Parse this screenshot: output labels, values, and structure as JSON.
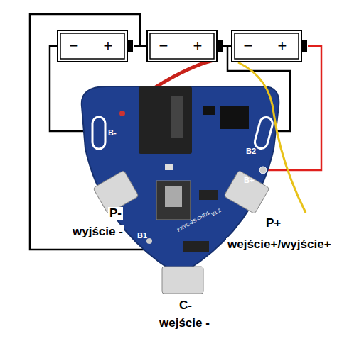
{
  "diagram": {
    "nodes": [
      {
        "text": [
          "−",
          "+"
        ]
      },
      {
        "text": [
          "−",
          "+"
        ]
      },
      {
        "text": [
          "−",
          "+"
        ]
      }
    ],
    "edges": [
      {
        "from": 0,
        "to": 1,
        "arrow": "none"
      },
      {
        "from": 1,
        "to": 2,
        "arrow": "none"
      }
    ],
    "labels": [
      "B-",
      "B1",
      "B2",
      "B+",
      "KXYC-3S-CHD1",
      "V1.2",
      "P-",
      "wyjście -",
      "P+",
      "wejście+/wyjście+",
      "C-",
      "wejście -"
    ]
  }
}
